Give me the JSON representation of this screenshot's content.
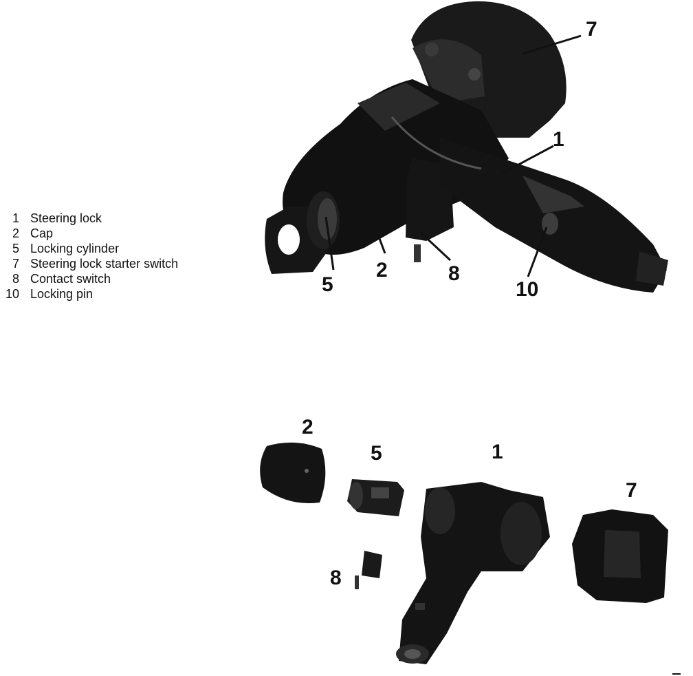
{
  "legend": [
    {
      "number": "1",
      "label": "Steering lock"
    },
    {
      "number": "2",
      "label": "Cap"
    },
    {
      "number": "5",
      "label": "Locking cylinder"
    },
    {
      "number": "7",
      "label": "Steering lock starter switch"
    },
    {
      "number": "8",
      "label": "Contact switch"
    },
    {
      "number": "10",
      "label": "Locking pin"
    }
  ],
  "top_callouts": {
    "c7": "7",
    "c1": "1",
    "c5": "5",
    "c2": "2",
    "c8": "8",
    "c10": "10"
  },
  "bottom_callouts": {
    "c2": "2",
    "c5": "5",
    "c1": "1",
    "c7": "7",
    "c8": "8"
  }
}
